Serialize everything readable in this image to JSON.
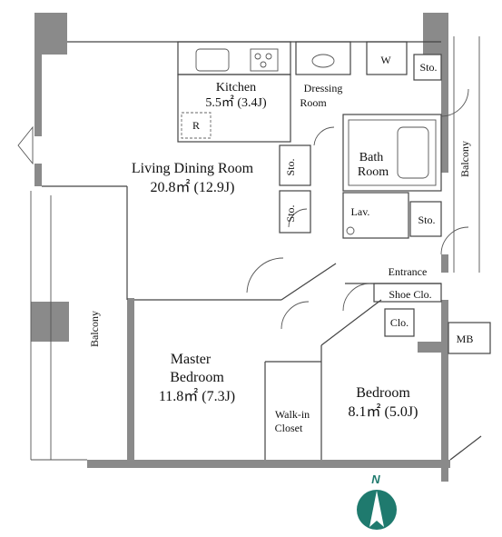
{
  "rooms": {
    "kitchen": {
      "name": "Kitchen",
      "size": "5.5㎡ (3.4J)"
    },
    "dressing": {
      "line1": "Dressing",
      "line2": "Room"
    },
    "w": "W",
    "sto_top": "Sto.",
    "balcony_right": "Balcony",
    "living": {
      "name": "Living Dining Room",
      "size": "20.8㎡ (12.9J)"
    },
    "sto_a": "Sto.",
    "sto_b": "Sto.",
    "bath": {
      "line1": "Bath",
      "line2": "Room"
    },
    "lav": "Lav.",
    "sto_c": "Sto.",
    "entrance": "Entrance",
    "shoe": "Shoe Clo.",
    "clo": "Clo.",
    "mb": "MB",
    "balcony_left": "Balcony",
    "master": {
      "line1": "Master",
      "line2": "Bedroom",
      "size": "11.8㎡ (7.3J)"
    },
    "walkin": {
      "line1": "Walk-in",
      "line2": "Closet"
    },
    "bedroom": {
      "name": "Bedroom",
      "size": "8.1㎡ (5.0J)"
    },
    "fridge": "R"
  },
  "compass": {
    "label": "N",
    "color": "#1f7a6e"
  }
}
